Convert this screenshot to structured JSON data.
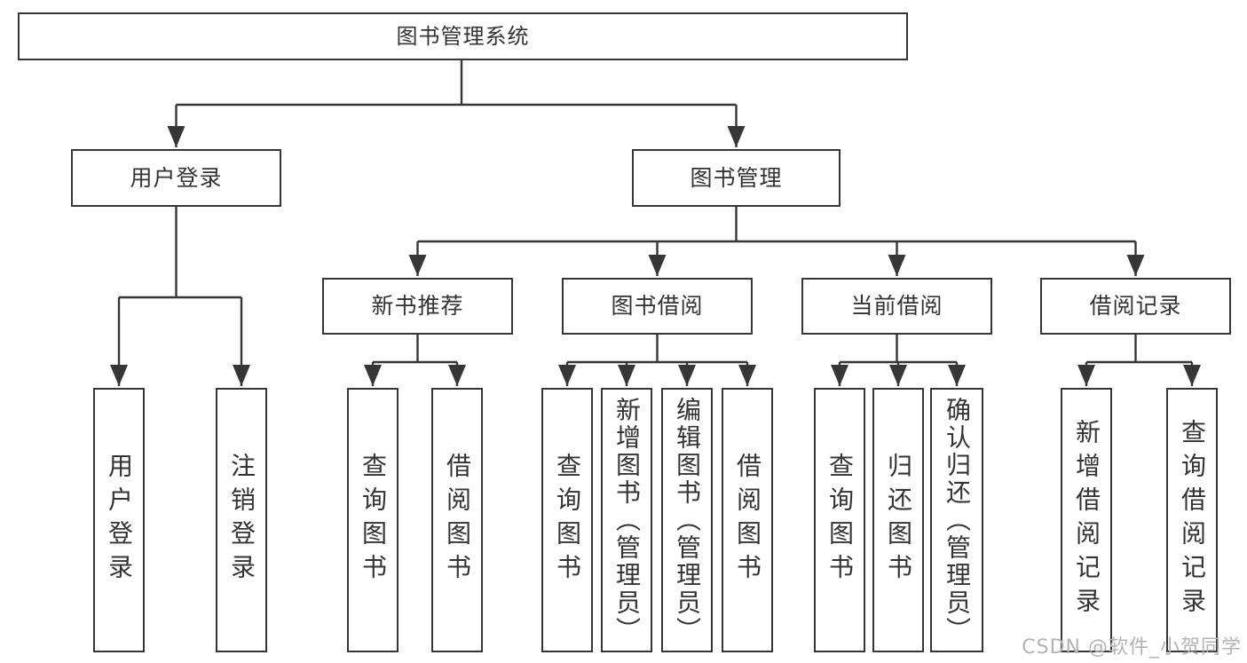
{
  "diagram": {
    "root": "图书管理系统",
    "level2": {
      "user_login": "用户登录",
      "book_management": "图书管理"
    },
    "level3": {
      "new_book_recommend": "新书推荐",
      "book_borrowing": "图书借阅",
      "current_borrowing": "当前借阅",
      "borrowing_records": "借阅记录"
    },
    "leaves": {
      "user_login": "用户登录",
      "logout": "注销登录",
      "recommend_query_books": "查询图书",
      "recommend_borrow_books": "借阅图书",
      "borrowing_query_books": "查询图书",
      "borrowing_add_books_admin": "新增图书（管理员）",
      "borrowing_edit_books_admin": "编辑图书（管理员）",
      "borrowing_borrow_books": "借阅图书",
      "current_query_books": "查询图书",
      "current_return_books": "归还图书",
      "current_confirm_return_admin": "确认归还（管理员）",
      "records_add_record": "新增借阅记录",
      "records_query_record": "查询借阅记录"
    },
    "watermark": "CSDN @软件_小贺同学",
    "colors": {
      "line": "#363636",
      "text": "#333333",
      "watermark": "#b3b3b3",
      "background": "#ffffff"
    }
  }
}
